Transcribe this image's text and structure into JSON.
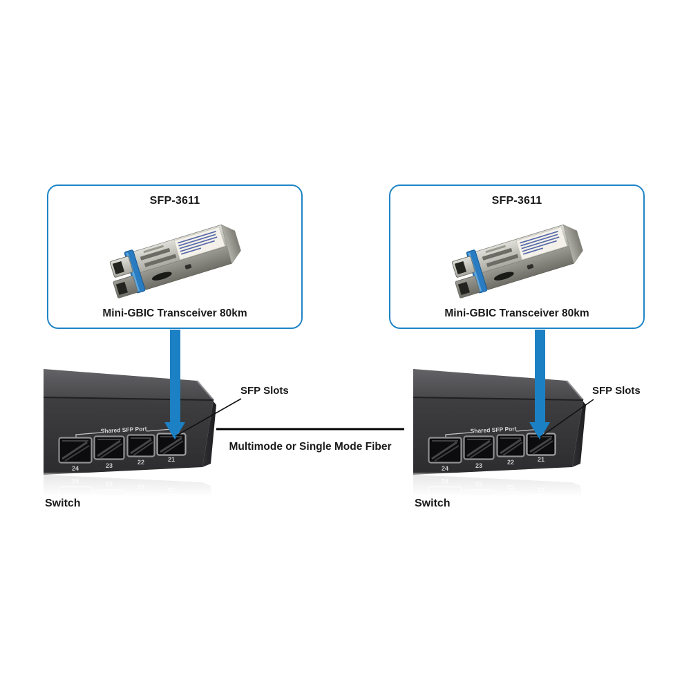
{
  "module_panel": {
    "title": "SFP-3611",
    "caption": "Mini-GBIC Transceiver 80km"
  },
  "switch": {
    "shared_port_label": "Shared SFP Port",
    "ports": [
      "24",
      "23",
      "22",
      "21"
    ],
    "name_label": "Switch"
  },
  "annotations": {
    "sfp_slots_label": "SFP Slots",
    "fiber_link_label": "Multimode or Single Mode Fiber"
  },
  "colors": {
    "accent_blue": "#1c80c4",
    "panel_border_blue": "#1e84c6",
    "annotation_line": "#111111",
    "text_dark": "#1a1a1a"
  }
}
